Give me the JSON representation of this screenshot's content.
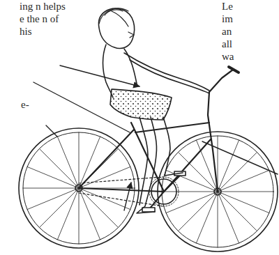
{
  "diagram": {
    "labels": [
      "ing n helps e the n of his",
      "Le im an all wa",
      "e-"
    ]
  }
}
